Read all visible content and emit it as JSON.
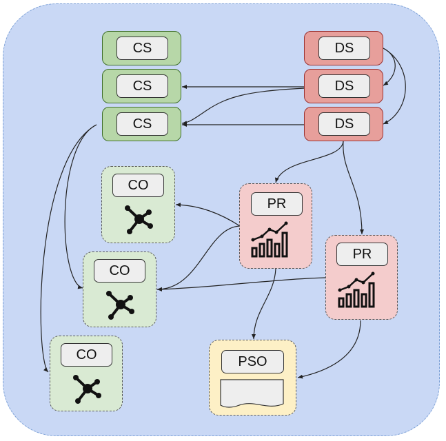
{
  "nodes": {
    "cs1": "CS",
    "cs2": "CS",
    "cs3": "CS",
    "ds1": "DS",
    "ds2": "DS",
    "ds3": "DS",
    "co1": "CO",
    "co2": "CO",
    "co3": "CO",
    "pr1": "PR",
    "pr2": "PR",
    "pso": "PSO"
  },
  "icons": {
    "co": "molecule-icon",
    "pr": "bar-line-chart-icon",
    "pso": "document-icon"
  },
  "colors": {
    "panel_fill": "#c9d8f5",
    "cs_fill": "#b7d7a8",
    "ds_fill": "#e79f9b",
    "co_fill": "#d9ead3",
    "pr_fill": "#f4cccc",
    "pso_fill": "#fdf0c6"
  }
}
